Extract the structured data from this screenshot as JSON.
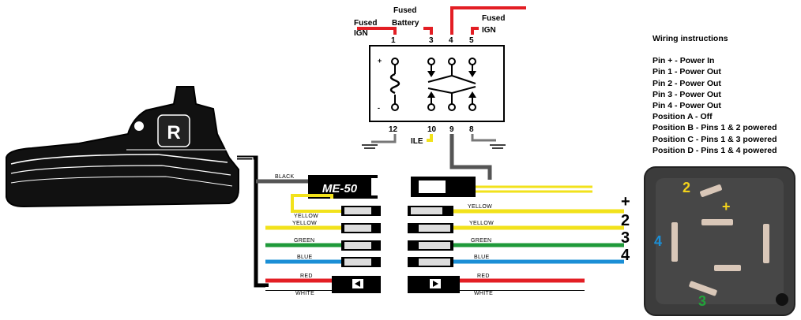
{
  "relay": {
    "top_labels": {
      "fused_ign_left": [
        "Fused",
        "IGN"
      ],
      "fused_battery": [
        "Fused",
        "Battery"
      ],
      "fused_ign_right": [
        "Fused",
        "IGN"
      ]
    },
    "top_pins": [
      "1",
      "3",
      "4",
      "5"
    ],
    "bottom_pins": [
      "12",
      "10",
      "9",
      "8"
    ],
    "ile_label": "ILE",
    "body_markers": {
      "plus": "+",
      "minus": "-"
    }
  },
  "switch": {
    "letter": "R"
  },
  "module": {
    "label": "ME-50"
  },
  "wires_left": {
    "black": "BLACK",
    "yellow_short": "YELLOW",
    "yellow": "YELLOW",
    "green": "GREEN",
    "blue": "BLUE",
    "red": "RED",
    "white": "WHITE"
  },
  "wires_right": {
    "yellow": "YELLOW",
    "yellow2": "YELLOW",
    "green": "GREEN",
    "blue": "BLUE",
    "red": "RED",
    "white": "WHITE"
  },
  "output_numbers": [
    "+",
    "2",
    "3",
    "4"
  ],
  "instructions": {
    "title": "Wiring instructions",
    "lines": [
      "Pin + - Power In",
      "Pin 1 - Power Out",
      "Pin 2 - Power Out",
      "Pin 3 - Power Out",
      "Pin 4 - Power Out",
      "Position A - Off",
      "Position B - Pins 1 & 2 powered",
      "Position C - Pins 1 & 3 powered",
      "Position D - Pins 1 & 4 powered"
    ]
  },
  "connector": {
    "labels": {
      "two": "2",
      "plus": "+",
      "four": "4",
      "three": "3"
    },
    "label_colors": {
      "two": "#f2d21b",
      "plus": "#f2d21b",
      "four": "#1b8fd6",
      "three": "#22a33a"
    }
  },
  "colors": {
    "red": "#e31e24",
    "yellow": "#f2e21b",
    "green": "#1f9a3a",
    "blue": "#1b8fd6",
    "black": "#000000",
    "gray": "#555555"
  }
}
